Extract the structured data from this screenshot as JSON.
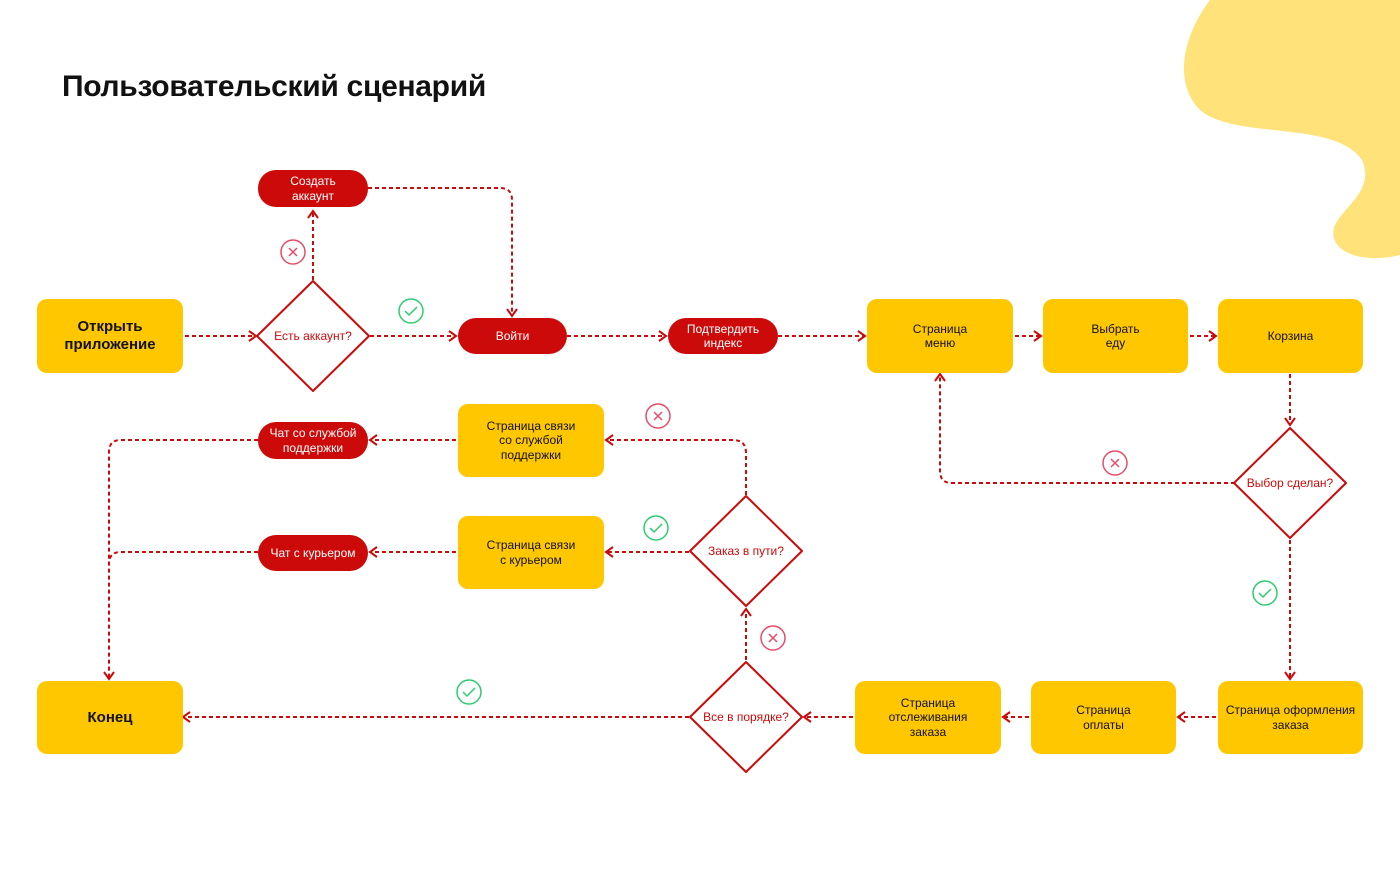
{
  "title": "Пользовательский сценарий",
  "colors": {
    "accent": "#CC0A0A",
    "box": "#FFC700",
    "blob": "#FFE27A",
    "yes": "#2ECC71",
    "no": "#E84B6A"
  },
  "nodes": {
    "open_app": "Открыть\nприложение",
    "has_account": "Есть аккаунт?",
    "create_account": "Создать\nаккаунт",
    "login": "Войти",
    "confirm_index": "Подтвердить\nиндекс",
    "menu_page": "Страница\nменю",
    "choose_food": "Выбрать\nеду",
    "cart": "Корзина",
    "choice_made": "Выбор сделан?",
    "checkout_page": "Страница оформления\nзаказа",
    "payment_page": "Страница\nоплаты",
    "tracking_page": "Страница\nотслеживания\nзаказа",
    "all_ok": "Все в порядке?",
    "on_the_way": "Заказ в пути?",
    "support_page": "Страница связи\nсо службой\nподдержки",
    "courier_page": "Страница связи\nс курьером",
    "support_chat": "Чат со службой\nподдержки",
    "courier_chat": "Чат с курьером",
    "end": "Конец"
  },
  "markers": {
    "yes": "check-icon",
    "no": "cross-icon"
  }
}
